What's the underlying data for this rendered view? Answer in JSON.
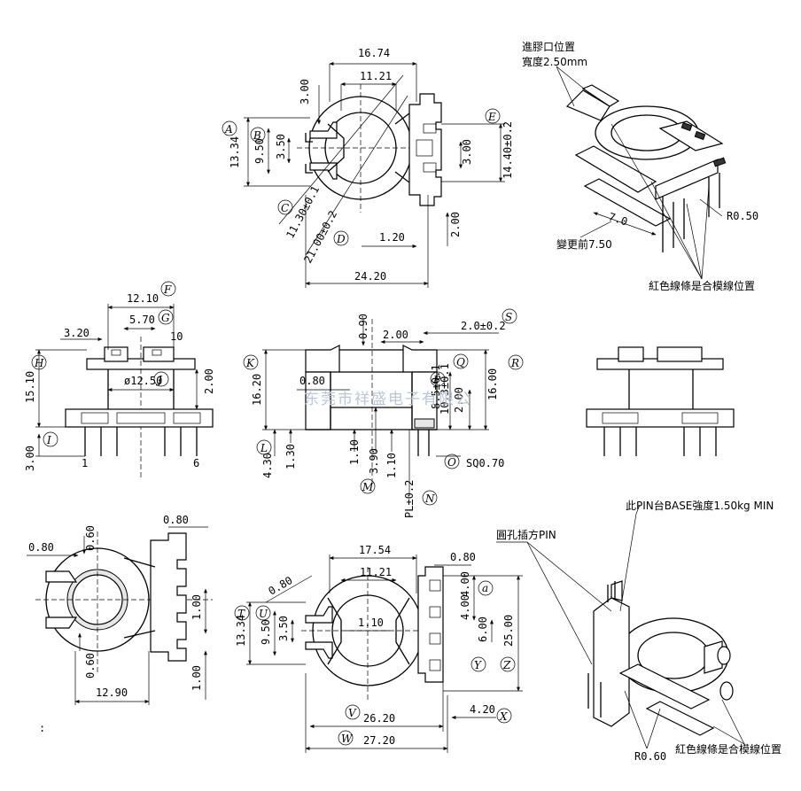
{
  "top_view": {
    "dims": [
      "16.74",
      "11.21",
      "3.00",
      "13.34",
      "9.50",
      "3.50",
      "11.30±0.1",
      "21.00±0.2",
      "1.20",
      "2.00",
      "24.20",
      "3.00",
      "14.40±0.2"
    ],
    "balloons": [
      "A",
      "B",
      "C",
      "D",
      "E"
    ]
  },
  "iso_top": {
    "gate_label_1": "進膠口位置",
    "gate_label_2": "寬度2.50mm",
    "dim_7": "7.0",
    "change_label": "變更前7.50",
    "r_label": "R0.50",
    "parting_label": "紅色線條是合模線位置"
  },
  "side_view": {
    "dims": [
      "12.10",
      "5.70",
      "3.20",
      "10",
      "15.10",
      "ø12.50",
      "2.00",
      "3.00"
    ],
    "pins": [
      "1",
      "6"
    ],
    "balloons": [
      "F",
      "G",
      "H",
      "J",
      "I"
    ]
  },
  "front_view": {
    "dims": [
      "0.90",
      "2.00",
      "2.0±0.2",
      "16.20",
      "0.80",
      "8.5±0.1",
      "10.3±0.1",
      "2.00",
      "16.00",
      "4.30",
      "1.30",
      "1.10",
      "3.90",
      "1.10",
      "SQ0.70",
      "PL±0.2"
    ],
    "balloons": [
      "K",
      "P",
      "Q",
      "R",
      "S",
      "L",
      "M",
      "N",
      "O"
    ]
  },
  "watermark": "东莞市祥盛电子有限公",
  "bottom_left": {
    "dims": [
      "0.80",
      "0.60",
      "0.80",
      "1.00",
      "0.60",
      "1.00",
      "12.90"
    ]
  },
  "bottom_view": {
    "dims": [
      "17.54",
      "11.21",
      "0.80",
      "0.80",
      "4.00",
      "4.00",
      "13.34",
      "9.50",
      "3.50",
      "1.10",
      "6.00",
      "25.00",
      "26.20",
      "4.20",
      "27.20"
    ],
    "balloons": [
      "a",
      "T",
      "U",
      "Y",
      "Z",
      "V",
      "X",
      "W"
    ]
  },
  "iso_bottom": {
    "pin_label": "圓孔插方PIN",
    "base_label": "此PIN台BASE強度1.50kg MIN",
    "r_label": "R0.60",
    "parting_label": "紅色線條是合模線位置"
  },
  "corner_mark": ":"
}
